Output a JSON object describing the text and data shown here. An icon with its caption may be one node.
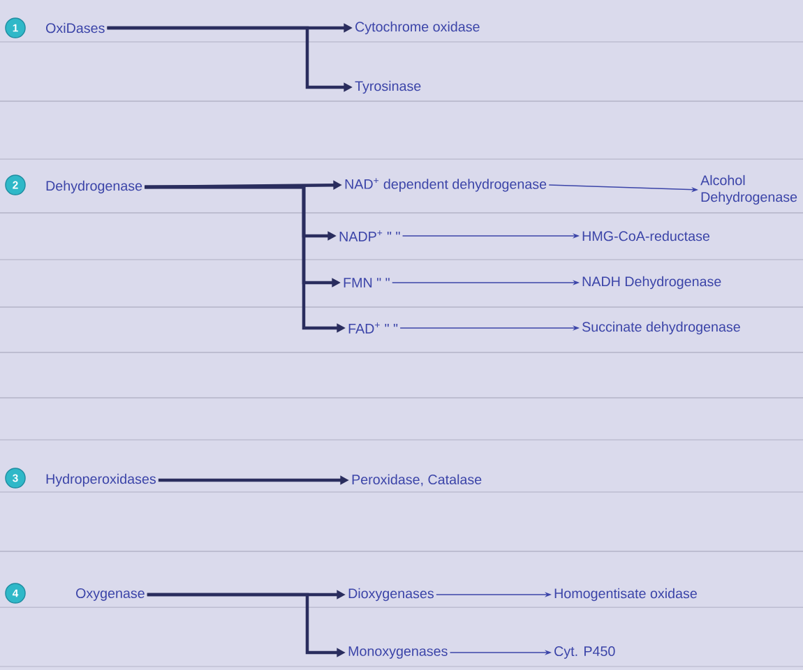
{
  "diagram": {
    "nodes": [
      {
        "text": [
          "OxiDases"
        ]
      },
      {
        "text": [
          "Cytochrome oxidase"
        ]
      },
      {
        "text": [
          "Tyrosinase"
        ]
      },
      {
        "text": [
          "Dehydrogenase"
        ]
      },
      {
        "text": [
          "NAD$^{+}$ dependent dehydrogenase"
        ]
      },
      {
        "text": [
          "Alcohol Dehydrogenase"
        ]
      },
      {
        "text": [
          "NADP$^{+}$ \"   \""
        ]
      },
      {
        "text": [
          "HMG-CoA-reductase"
        ]
      },
      {
        "text": [
          "FMN \"   \""
        ]
      },
      {
        "text": [
          "NADH Dehydrogenase"
        ]
      },
      {
        "text": [
          "FAD$^{+}$ \"   \""
        ]
      },
      {
        "text": [
          "Succinate dehydrogenase"
        ]
      },
      {
        "text": [
          "Hydroperoxidases"
        ]
      },
      {
        "text": [
          "Peroxidase, Catalase"
        ]
      },
      {
        "text": [
          "Oxygenase"
        ]
      },
      {
        "text": [
          "Dioxygenases"
        ]
      },
      {
        "text": [
          "Homogentisate oxidase"
        ]
      },
      {
        "text": [
          "Monoxygenases"
        ]
      },
      {
        "text": [
          "Cyt. P450"
        ]
      }
    ],
    "edges": [
      {
        "from": 0,
        "to": 1,
        "arrow": "to"
      },
      {
        "from": 0,
        "to": 2,
        "arrow": "to"
      },
      {
        "from": 3,
        "to": 4,
        "arrow": "to"
      },
      {
        "from": 3,
        "to": 6,
        "arrow": "to"
      },
      {
        "from": 3,
        "to": 8,
        "arrow": "to"
      },
      {
        "from": 3,
        "to": 10,
        "arrow": "to"
      },
      {
        "from": 4,
        "to": 5,
        "arrow": "to",
        "color": "#3b44a8"
      },
      {
        "from": 6,
        "to": 7,
        "arrow": "to",
        "color": "#3b44a8"
      },
      {
        "from": 8,
        "to": 9,
        "arrow": "to",
        "color": "#3b44a8"
      },
      {
        "from": 10,
        "to": 11,
        "arrow": "to",
        "color": "#3b44a8"
      },
      {
        "from": 12,
        "to": 13,
        "arrow": "to"
      },
      {
        "from": 14,
        "to": 15,
        "arrow": "to"
      },
      {
        "from": 14,
        "to": 17,
        "arrow": "to"
      },
      {
        "from": 15,
        "to": 16,
        "arrow": "to",
        "color": "#3b44a8"
      },
      {
        "from": 17,
        "to": 18,
        "arrow": "to",
        "color": "#3b44a8"
      }
    ],
    "labels": [
      "1",
      "2",
      "3",
      "4"
    ]
  }
}
